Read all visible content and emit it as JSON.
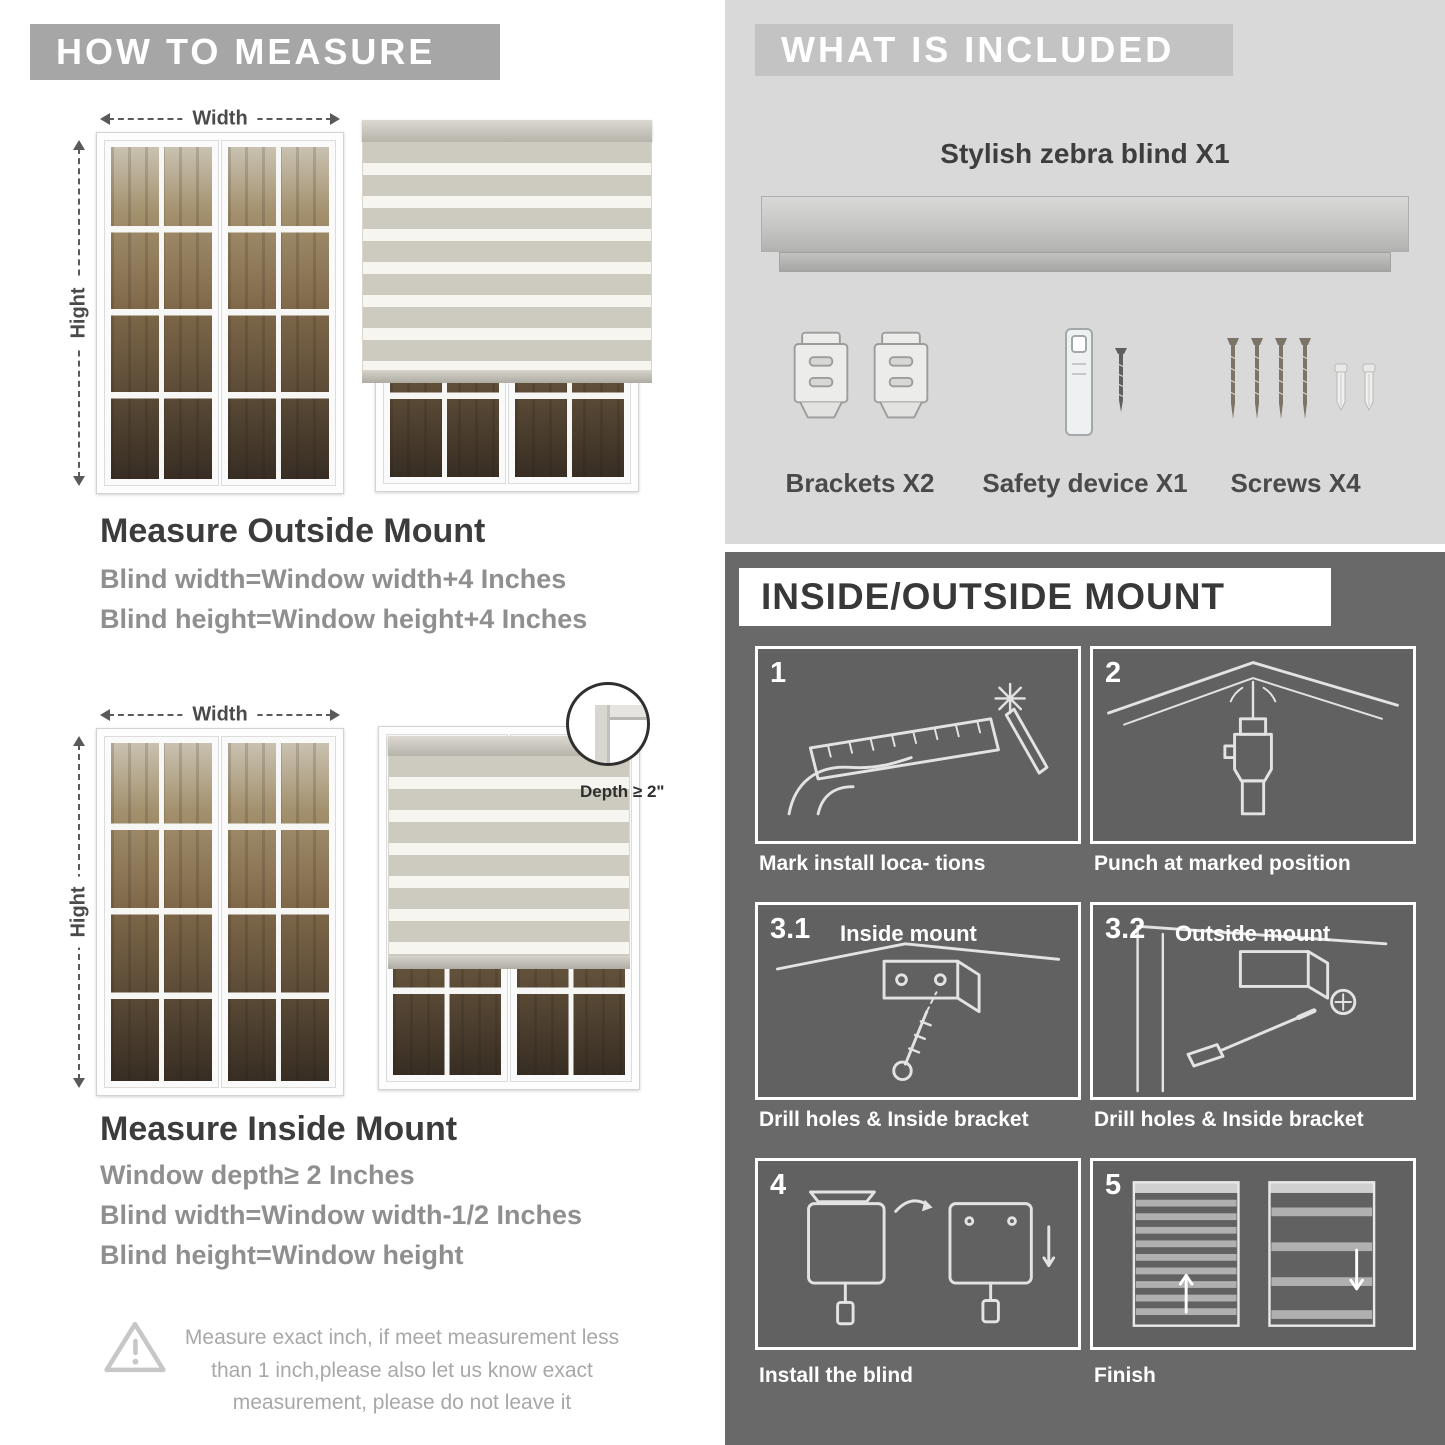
{
  "left": {
    "header": "HOW TO MEASURE",
    "outside": {
      "width_label": "Width",
      "height_label": "Hight",
      "title": "Measure Outside Mount",
      "line1": "Blind width=Window width+4 Inches",
      "line2": "Blind height=Window height+4 Inches"
    },
    "inside": {
      "width_label": "Width",
      "height_label": "Hight",
      "depth_label": "Depth ≥ 2\"",
      "title": "Measure Inside Mount",
      "line1": "Window depth≥ 2 Inches",
      "line2": "Blind width=Window width-1/2 Inches",
      "line3": "Blind height=Window height"
    },
    "warning": "Measure exact inch, if meet measurement less than 1 inch,please also let us know exact measurement, please do not leave it"
  },
  "right_top": {
    "header": "WHAT IS INCLUDED",
    "product": "Stylish zebra blind X1",
    "items": [
      {
        "label": "Brackets X2"
      },
      {
        "label": "Safety device X1"
      },
      {
        "label": "Screws X4"
      }
    ]
  },
  "right_bottom": {
    "header": "INSIDE/OUTSIDE MOUNT",
    "steps": [
      {
        "num": "1",
        "caption": "Mark install loca- tions"
      },
      {
        "num": "2",
        "caption": "Punch at  marked position"
      },
      {
        "num": "3.1",
        "title": "Inside mount",
        "caption": "Drill holes &  Inside bracket"
      },
      {
        "num": "3.2",
        "title": "Outside mount",
        "caption": "Drill holes &  Inside bracket"
      },
      {
        "num": "4",
        "caption": "Install the blind"
      },
      {
        "num": "5",
        "caption": "Finish"
      }
    ]
  },
  "colors": {
    "banner_gray": "#a6a6a6",
    "light_panel_bg": "#d9d9d9",
    "dark_panel_bg": "#696969",
    "heading_text": "#3c3c3c",
    "body_text": "#8f8f8f"
  }
}
